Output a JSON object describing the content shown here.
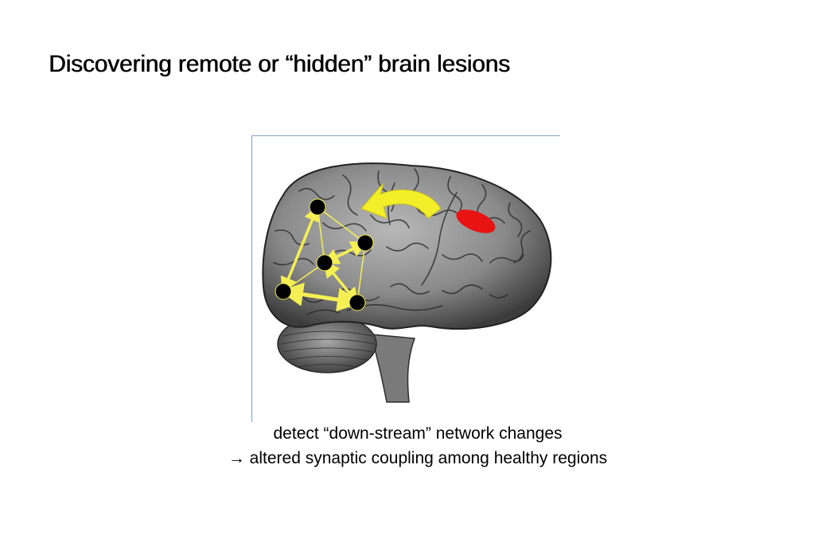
{
  "slide": {
    "title": "Discovering remote or “hidden” brain lesions",
    "caption_line1": "detect “down-stream” network changes",
    "caption_line2_arrow": "→",
    "caption_line2_text": " altered synaptic coupling among healthy regions"
  },
  "figure": {
    "lesion_color": "#e81414",
    "arrow_color": "#f2ee2a",
    "connection_color": "#f4ef54",
    "node_color": "#000000"
  }
}
